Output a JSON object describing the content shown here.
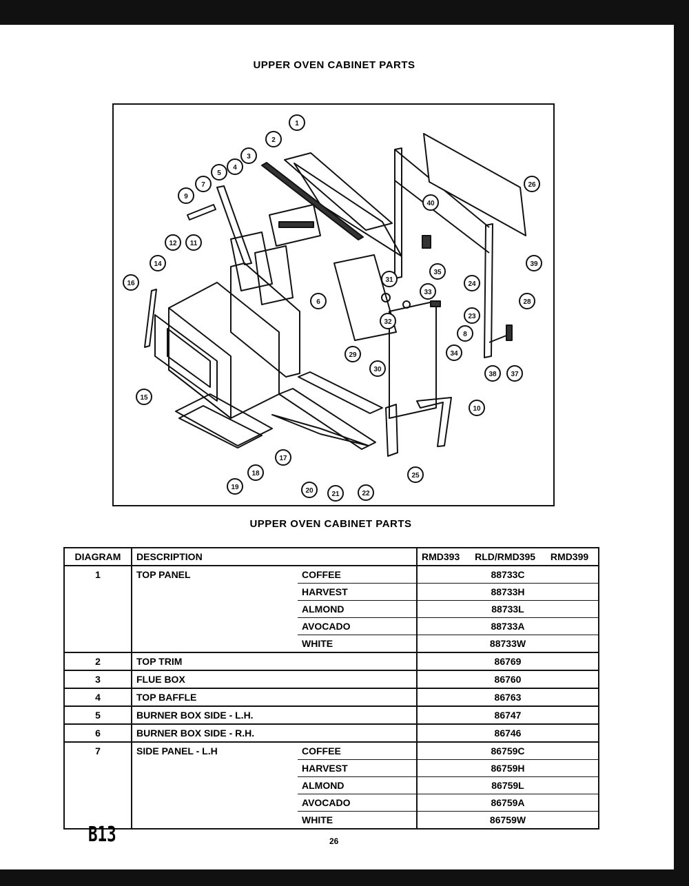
{
  "page_title": "UPPER OVEN CABINET PARTS",
  "table_title": "UPPER OVEN CABINET PARTS",
  "table": {
    "headers": {
      "diagram": "DIAGRAM",
      "description": "DESCRIPTION",
      "models": "RMD393 RLD/RMD395 RMD399"
    },
    "rows": [
      {
        "diagram": "1",
        "description": "TOP PANEL",
        "color": "COFFEE",
        "part": "88733C"
      },
      {
        "diagram": "",
        "description": "",
        "color": "HARVEST",
        "part": "88733H"
      },
      {
        "diagram": "",
        "description": "",
        "color": "ALMOND",
        "part": "88733L"
      },
      {
        "diagram": "",
        "description": "",
        "color": "AVOCADO",
        "part": "88733A"
      },
      {
        "diagram": "",
        "description": "",
        "color": "WHITE",
        "part": "88733W",
        "group_end": true
      },
      {
        "diagram": "2",
        "description": "TOP TRIM",
        "color": "",
        "part": "86769",
        "group_end": true
      },
      {
        "diagram": "3",
        "description": "FLUE BOX",
        "color": "",
        "part": "86760",
        "group_end": true
      },
      {
        "diagram": "4",
        "description": "TOP BAFFLE",
        "color": "",
        "part": "86763",
        "group_end": true
      },
      {
        "diagram": "5",
        "description": "BURNER BOX SIDE - L.H.",
        "color": "",
        "part": "86747",
        "group_end": true
      },
      {
        "diagram": "6",
        "description": "BURNER BOX SIDE - R.H.",
        "color": "",
        "part": "86746",
        "group_end": true
      },
      {
        "diagram": "7",
        "description": "SIDE PANEL - L.H",
        "color": "COFFEE",
        "part": "86759C"
      },
      {
        "diagram": "",
        "description": "",
        "color": "HARVEST",
        "part": "86759H"
      },
      {
        "diagram": "",
        "description": "",
        "color": "ALMOND",
        "part": "86759L"
      },
      {
        "diagram": "",
        "description": "",
        "color": "AVOCADO",
        "part": "86759A"
      },
      {
        "diagram": "",
        "description": "",
        "color": "WHITE",
        "part": "86759W",
        "group_end": true
      }
    ]
  },
  "callouts": [
    "1",
    "2",
    "3",
    "4",
    "5",
    "6",
    "7",
    "8",
    "9",
    "10",
    "11",
    "12",
    "14",
    "15",
    "16",
    "17",
    "18",
    "19",
    "20",
    "21",
    "22",
    "23",
    "24",
    "25",
    "26",
    "28",
    "29",
    "30",
    "31",
    "32",
    "33",
    "34",
    "35",
    "37",
    "38",
    "39",
    "40"
  ],
  "footer": {
    "page_code": "B13",
    "page_number": "26"
  }
}
